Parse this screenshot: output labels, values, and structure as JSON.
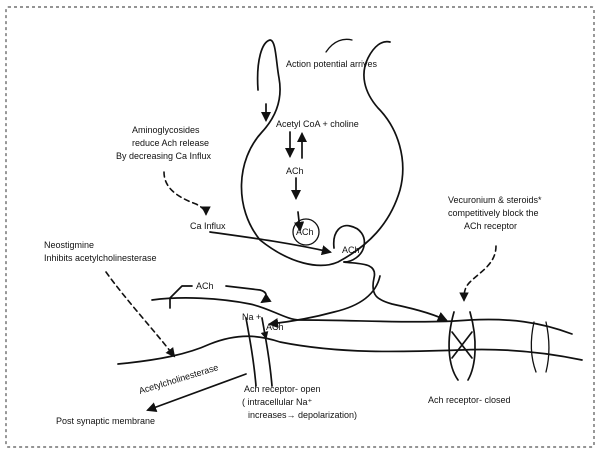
{
  "labels": {
    "action_potential": "Action potential arrives",
    "acetyl_coa": "Acetyl CoA + choline",
    "ach_vesicle_top": "ACh",
    "ach_vesicle": "ACh",
    "ach_released": "ACh",
    "ach_cleft": "ACh",
    "ach_receptor_site": "ACh",
    "na_plus": "Na +",
    "aminoglycosides": [
      "Aminoglycosides",
      "reduce Ach release",
      "By decreasing Ca Influx"
    ],
    "ca_influx": "Ca Influx",
    "vecuronium": [
      "Vecuronium & steroids*",
      "competitively block the",
      "ACh receptor"
    ],
    "neostigmine": [
      "Neostigmine",
      "Inhibits acetylcholinesterase"
    ],
    "acetylcholinesterase": "Acetylcholinesterase",
    "receptor_open": [
      "Ach receptor- open",
      "( intracellular Na⁺",
      "increases→ depolarization)"
    ],
    "receptor_closed": "Ach receptor- closed",
    "post_synaptic": "Post synaptic membrane"
  }
}
